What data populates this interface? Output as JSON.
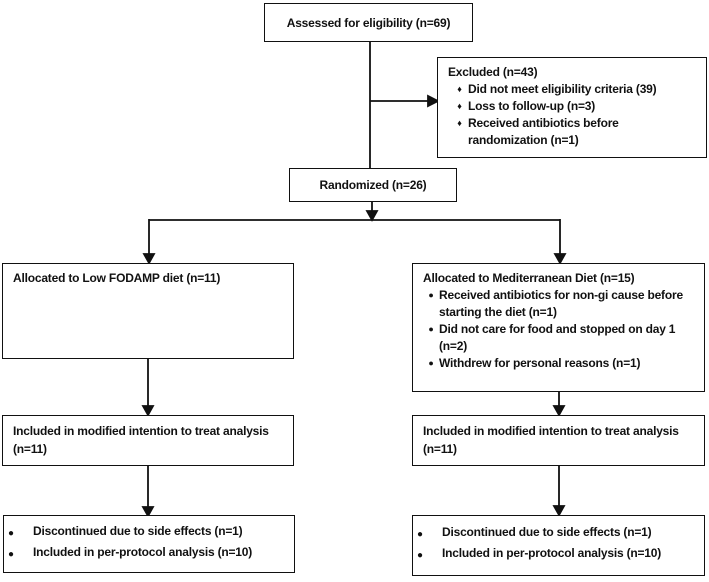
{
  "diagram": {
    "assessed": {
      "label": "Assessed for eligibility (n=69)"
    },
    "excluded": {
      "title": "Excluded (n=43)",
      "items": [
        "Did not meet eligibility criteria (39)",
        "Loss to follow-up (n=3)",
        "Received antibiotics before randomization (n=1)"
      ]
    },
    "randomized": {
      "label": "Randomized (n=26)"
    },
    "allocation_left": {
      "title": "Allocated to Low FODAMP diet (n=11)"
    },
    "allocation_right": {
      "title": "Allocated to Mediterranean Diet (n=15)",
      "items": [
        "Received antibiotics for non-gi cause before starting the diet (n=1)",
        "Did not care for food and stopped on day 1 (n=2)",
        "Withdrew for personal reasons (n=1)"
      ]
    },
    "mitt_left": {
      "lines": [
        "Included in modified intention to treat analysis",
        "(n=11)"
      ]
    },
    "mitt_right": {
      "lines": [
        "Included in modified intention to treat analysis",
        "(n=11)"
      ]
    },
    "per_protocol_left": {
      "items": [
        "Discontinued due to side effects (n=1)",
        "Included in per-protocol analysis (n=10)"
      ]
    },
    "per_protocol_right": {
      "items": [
        "Discontinued due to side effects (n=1)",
        "Included in per-protocol analysis (n=10)"
      ]
    },
    "bullets": {
      "diamond": "♦",
      "disc": "●"
    },
    "colors": {
      "line": "#111111",
      "text": "#111111",
      "background": "#ffffff"
    }
  }
}
